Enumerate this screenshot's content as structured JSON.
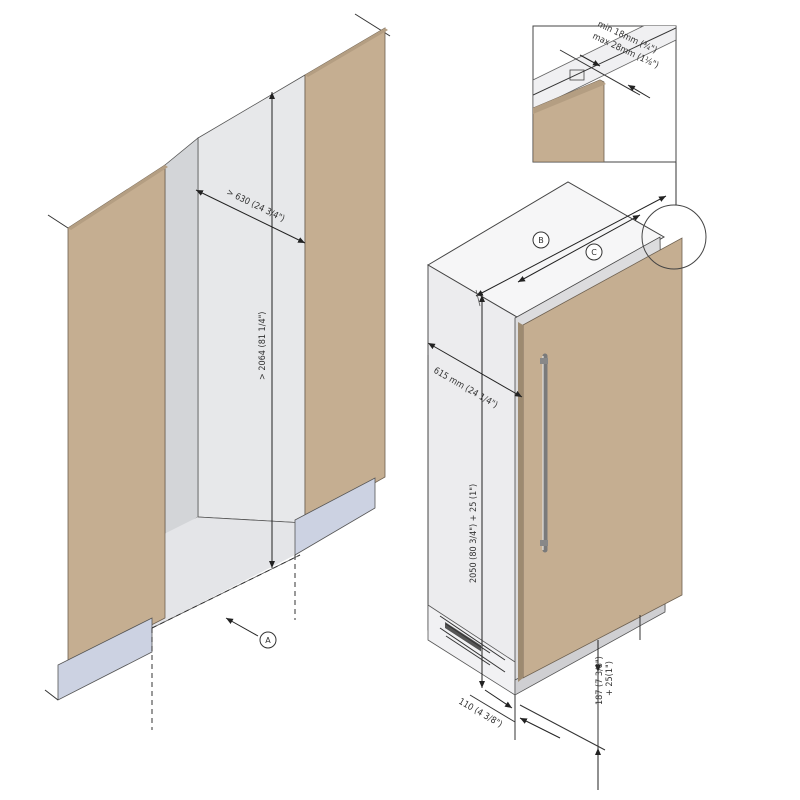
{
  "colors": {
    "panel": "#c5ae91",
    "panel_edge": "#a38f73",
    "niche": "#e7e8ea",
    "niche_shadow": "#d3d5d8",
    "plinth": "#ccd2e2",
    "cabinet_side": "#ececee",
    "cabinet_top": "#f6f6f7"
  },
  "niche": {
    "width_label": "> 630 (24 3/4\")",
    "height_label": "> 2064 (81 1/4\")",
    "marker_a": "A"
  },
  "appliance": {
    "depth_label": "615 mm (24 1/4\")",
    "height_label": "2050 (80 3/4\") + 25 (1\")",
    "marker_b": "B",
    "marker_c": "C",
    "toe_label": "110 (4 3/8\")",
    "plinth_label_1": "187 (7 3/8\")",
    "plinth_label_2": "+ 25(1\")"
  },
  "detail": {
    "gap_min": "min 18mm (¾\")",
    "gap_max": "max 28mm (1⅛\")"
  }
}
